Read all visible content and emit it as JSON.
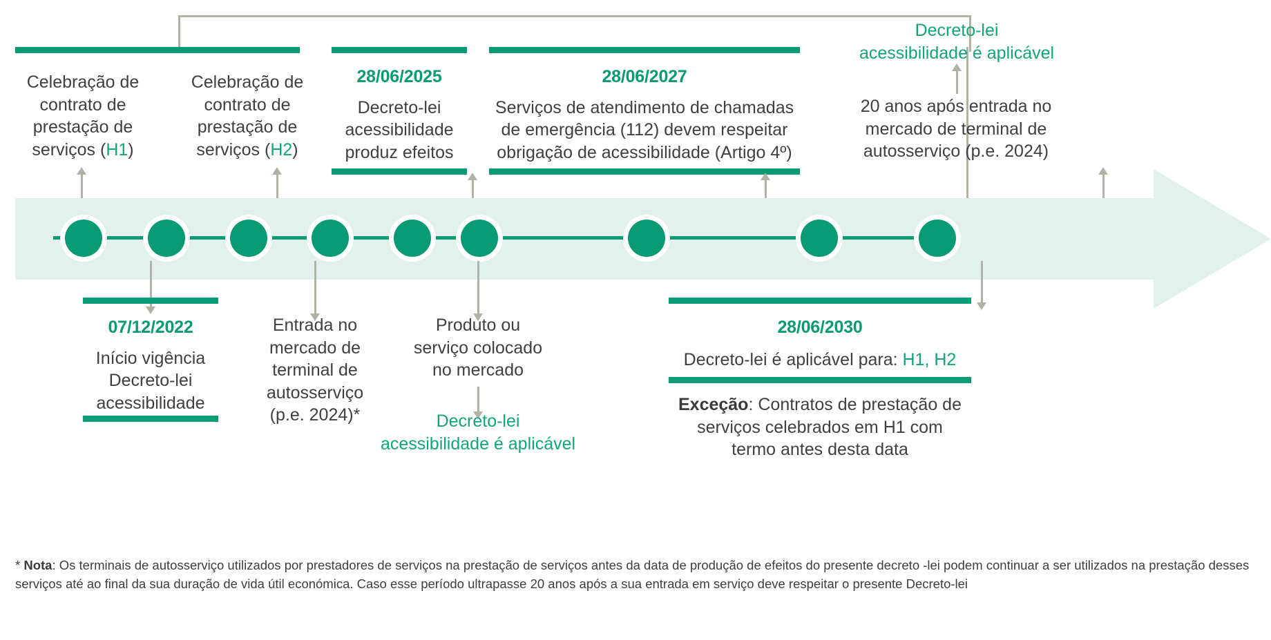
{
  "theme": {
    "green": "#0b9b74",
    "green_text": "#13a47a",
    "band_fill": "#e2f1ec",
    "connector": "#aeb3a4",
    "body_text": "#404040"
  },
  "diagram": {
    "type": "timeline",
    "title_visible": false,
    "node_count": 9
  },
  "top_items": [
    {
      "id": "celebracao-h1",
      "date": "",
      "lines": [
        "Celebração de",
        "contrato de",
        "prestação de",
        "serviços (",
        "H1",
        ")"
      ],
      "text": "Celebração de contrato de prestação de serviços (H1)",
      "highlight": "H1"
    },
    {
      "id": "celebracao-h2",
      "date": "",
      "lines": [
        "Celebração de",
        "contrato de",
        "prestação de",
        "serviços (",
        "H2",
        ")"
      ],
      "text": "Celebração de contrato de prestação de serviços (H2)",
      "highlight": "H2"
    },
    {
      "id": "decreto-produz-efeitos",
      "date": "28/06/2025",
      "lines": [
        "Decreto-lei",
        "acessibilidade",
        "produz efeitos"
      ],
      "text": "Decreto-lei acessibilidade produz efeitos"
    },
    {
      "id": "servicos-emergencia-112",
      "date": "28/06/2027",
      "lines": [
        "Serviços de atendimento de chamadas",
        "de emergência (112) devem respeitar",
        "obrigação de acessibilidade (Artigo 4º)"
      ],
      "text": "Serviços de atendimento de chamadas de emergência (112) devem respeitar obrigação de acessibilidade (Artigo 4º)"
    },
    {
      "id": "vinte-anos-terminal",
      "date": "",
      "green_caption": "Decreto-lei acessibilidade é aplicável",
      "green_caption_lines": [
        "Decreto-lei",
        "acessibilidade é aplicável"
      ],
      "lines": [
        "20 anos após entrada no",
        "mercado de terminal de",
        "autosserviço (p.e. 2024)"
      ],
      "text": "20 anos após entrada no mercado de terminal de autosserviço (p.e. 2024)"
    }
  ],
  "bottom_items": [
    {
      "id": "inicio-vigencia",
      "date": "07/12/2022",
      "lines": [
        "Início vigência",
        "Decreto-lei",
        "acessibilidade"
      ],
      "text": "Início vigência Decreto-lei acessibilidade"
    },
    {
      "id": "entrada-mercado-terminal",
      "date": "",
      "lines": [
        "Entrada no",
        "mercado de",
        "terminal de",
        "autosserviço",
        "(p.e. 2024)*"
      ],
      "text": "Entrada no mercado de terminal de autosserviço (p.e. 2024)*"
    },
    {
      "id": "produto-servico-mercado",
      "date": "",
      "lines": [
        "Produto ou",
        "serviço colocado",
        "no mercado"
      ],
      "text": "Produto ou serviço colocado no mercado",
      "green_caption_lines": [
        "Decreto-lei",
        "acessibilidade é aplicável"
      ],
      "green_caption": "Decreto-lei acessibilidade é aplicável"
    },
    {
      "id": "decreto-aplicavel-2030",
      "date": "28/06/2030",
      "main_prefix": "Decreto-lei é aplicável para: ",
      "main_highlight": "H1, H2",
      "text": "Decreto-lei é aplicável para: H1, H2",
      "exception_label": "Exceção",
      "exception_sep": ":  ",
      "exception_lines": [
        "Contratos de prestação de",
        "serviços celebrados em H1 com",
        "termo antes desta data"
      ],
      "exception_text": "Exceção:  Contratos de prestação de serviços celebrados em H1 com termo antes desta data"
    }
  ],
  "footnote": {
    "marker": "* ",
    "label": "Nota",
    "separator": ": ",
    "text": "Os terminais de autosserviço utilizados por prestadores de serviços na prestação de serviços antes da data de produção de efeitos do presente decreto -lei podem continuar a ser utilizados na prestação desses serviços até ao final da sua duração de vida útil económica. Caso esse período ultrapasse 20 anos após a sua entrada em serviço deve respeitar o presente Decreto-lei"
  }
}
